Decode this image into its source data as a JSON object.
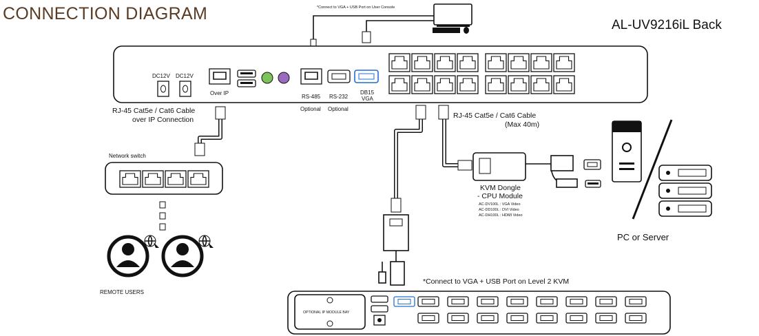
{
  "title": "CONNECTION DIAGRAM",
  "model": "AL-UV9216iL Back",
  "console_note": "*Connect to VGA + USB Port on User Console",
  "rear_panel": {
    "dc1": "DC12V",
    "dc2": "DC12V",
    "over_ip": "Over IP",
    "rs485": "RS-485",
    "rs232": "RS-232",
    "db15": "DB15",
    "vga": "VGA",
    "opt1": "Optional",
    "opt2": "Optional"
  },
  "ip_cable": {
    "line1": "RJ-45 Cat5e / Cat6 Cable",
    "line2": "over IP Connection"
  },
  "network_switch": "Network switch",
  "remote_users": "REMOTE USERS",
  "rj45_cable": {
    "line1": "RJ-45 Cat5e / Cat6 Cable",
    "line2": "(Max 40m)"
  },
  "dongle": {
    "line1": "KVM Dongle",
    "line2": "- CPU Module",
    "models": [
      "AC-DV100L : VGA Video",
      "AC-DD100L : DVI Video",
      "AC-DH100L : HDMI Video"
    ]
  },
  "pc_server": "PC or Server",
  "level2_note": "*Connect to VGA + USB Port on Level 2 KVM",
  "ip_module_bay": "OPTIONAL IP MODULE BAY",
  "colors": {
    "title": "#5a3b24",
    "vga_port": "#1f6fd1",
    "ps2_port": "#7cc35a",
    "ps2_port2": "#9b6bbf"
  }
}
